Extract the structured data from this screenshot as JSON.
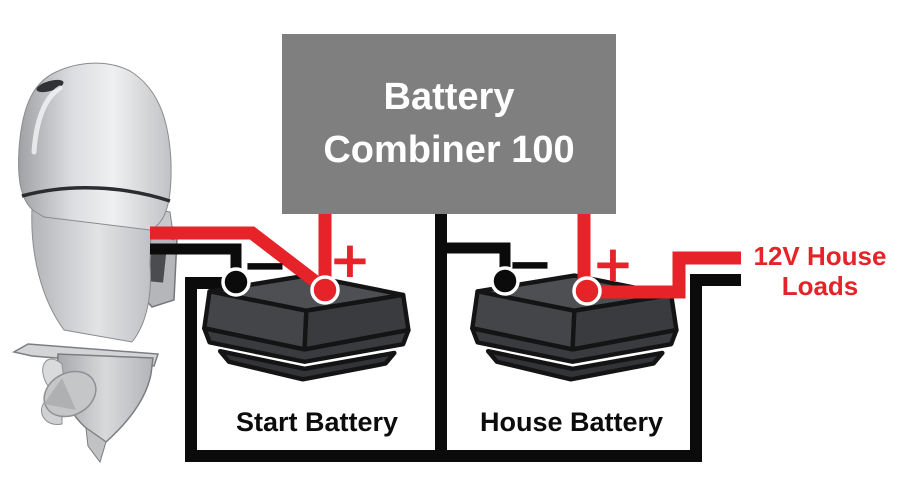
{
  "combiner": {
    "label": "Battery Combiner 100"
  },
  "start_battery": {
    "label": "Start Battery",
    "minus_sign": "−",
    "plus_sign": "+"
  },
  "house_battery": {
    "label": "House Battery",
    "minus_sign": "−",
    "plus_sign": "+"
  },
  "loads": {
    "label": "12V House Loads"
  },
  "colors": {
    "positive": "#e52329",
    "negative": "#0b0b0b",
    "combiner_bg": "#7f7f7f",
    "combiner_text": "#ffffff",
    "battery_top": "#4d4f52",
    "battery_front": "#434548",
    "battery_side": "#393b3e",
    "battery_outline": "#141414",
    "background": "#ffffff"
  }
}
